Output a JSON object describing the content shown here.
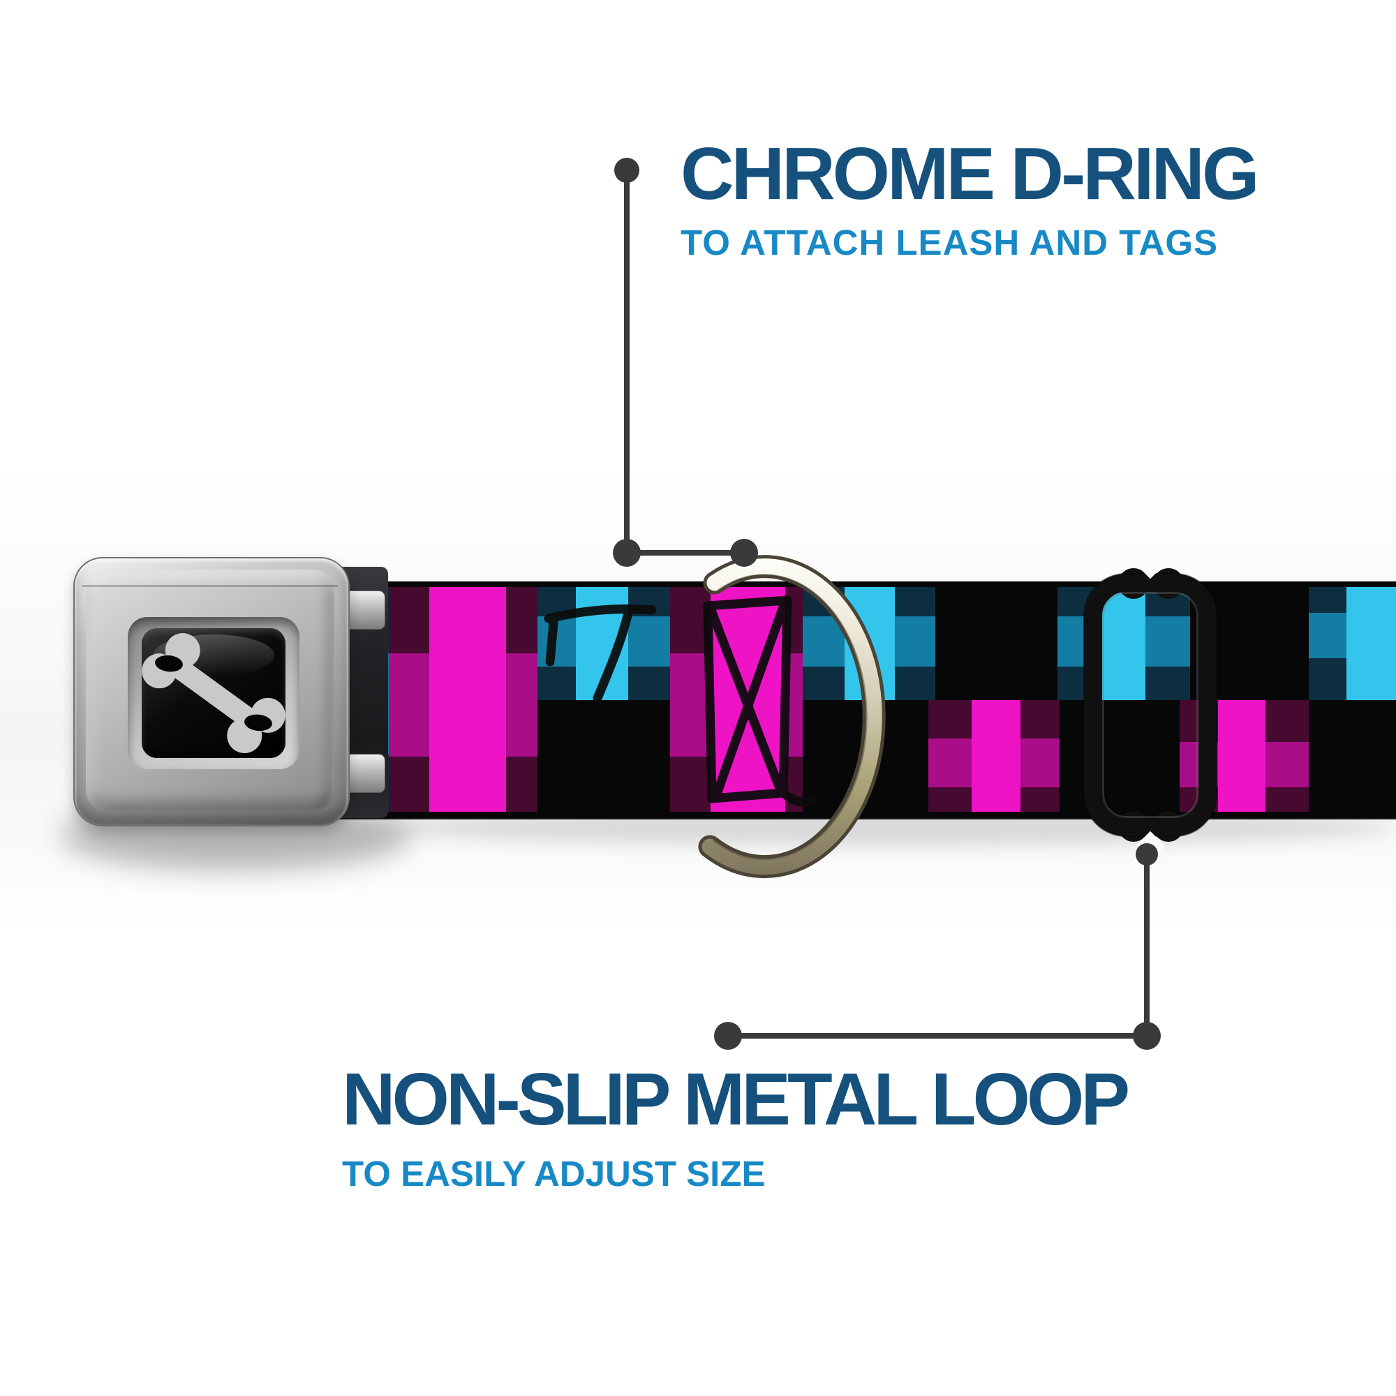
{
  "annotations": {
    "d_ring": {
      "title": "CHROME D-RING",
      "subtitle": "TO ATTACH LEASH AND TAGS"
    },
    "metal_loop": {
      "title": "NON-SLIP METAL LOOP",
      "subtitle": "TO EASILY ADJUST SIZE"
    }
  },
  "product": {
    "parts": [
      "seatbelt-buckle",
      "bone-logo",
      "plaid-webbing",
      "chrome-d-ring",
      "black-slider-loop"
    ],
    "pattern": "buffalo-plaid checks in magenta and turquoise on black with hand-drawn marks"
  },
  "colors": {
    "title": "#15517c",
    "subtitle": "#1789c5",
    "callout": "#3a3a3a",
    "plaid_pink_bright": "#ee14c6",
    "plaid_pink_mid": "#a90e88",
    "plaid_pink_dark": "#46092f",
    "plaid_cyan_bright": "#34c5ec",
    "plaid_cyan_mid": "#147da3",
    "plaid_cyan_dark": "#0d2e41",
    "webbing_black": "#070708",
    "buckle_silver": "#b9b9b9",
    "logo_bone": "#c9c9c9",
    "slider_black": "#101011",
    "dring_chrome": "#cfc8b2"
  }
}
